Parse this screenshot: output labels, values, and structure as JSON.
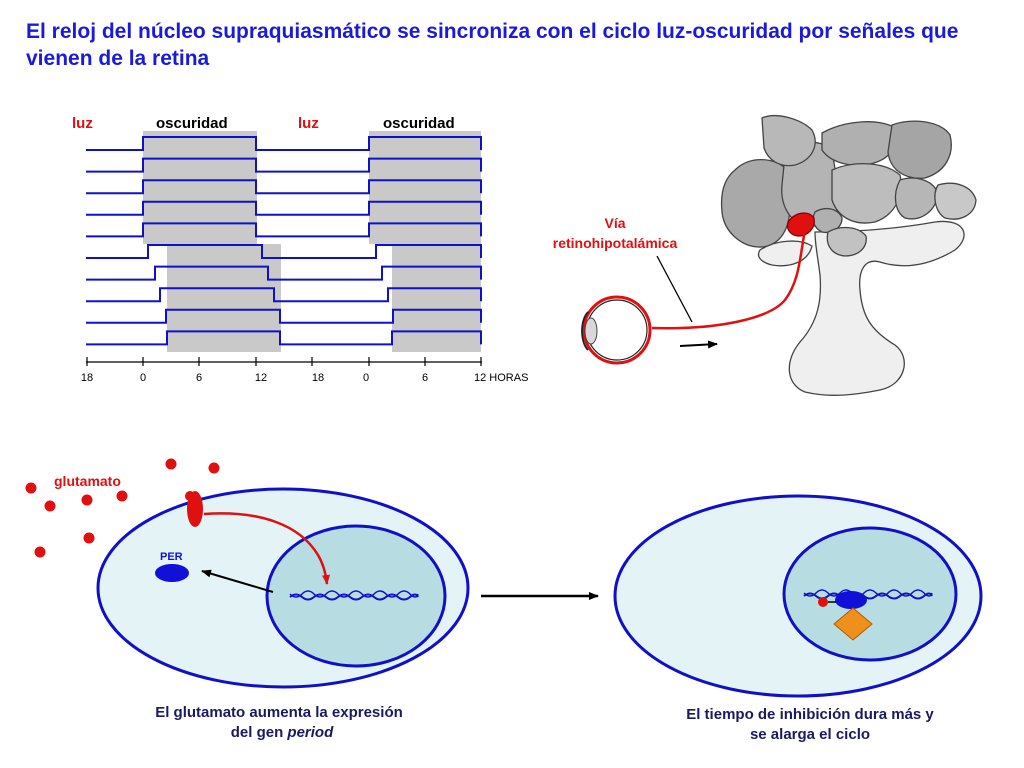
{
  "title": "El reloj del núcleo supraquiasmático se sincroniza con el ciclo luz-oscuridad por señales que vienen de la retina",
  "actogram": {
    "labels": {
      "light_1": "luz",
      "dark_1": "oscuridad",
      "light_2": "luz",
      "dark_2": "oscuridad"
    },
    "ticks": [
      "18",
      "0",
      "6",
      "12",
      "18",
      "0",
      "6",
      "12 HORAS"
    ]
  },
  "pathway_label": {
    "line1": "Vía",
    "line2": "retinohipotalámica"
  },
  "cell_left": {
    "glutamate_label": "glutamato",
    "per_label": "PER",
    "caption_line1": "El glutamato aumenta la expresión",
    "caption_line2_prefix": "del gen ",
    "caption_line2_italic": "period"
  },
  "cell_right": {
    "caption_line1": "El tiempo de inhibición dura más y",
    "caption_line2": "se alarga el ciclo"
  },
  "colors": {
    "title": "#1a1adb",
    "trace": "#1010c8",
    "dark_shade": "#c9c9c9",
    "red": "#e01010",
    "cell_fill": "#e3f3f6",
    "nucleus_fill": "#b7dde3",
    "per_protein": "#1010d8",
    "inhibitor": "#f0901c"
  },
  "icons": {
    "eye": "eye-icon",
    "brain": "brain-illustration"
  }
}
